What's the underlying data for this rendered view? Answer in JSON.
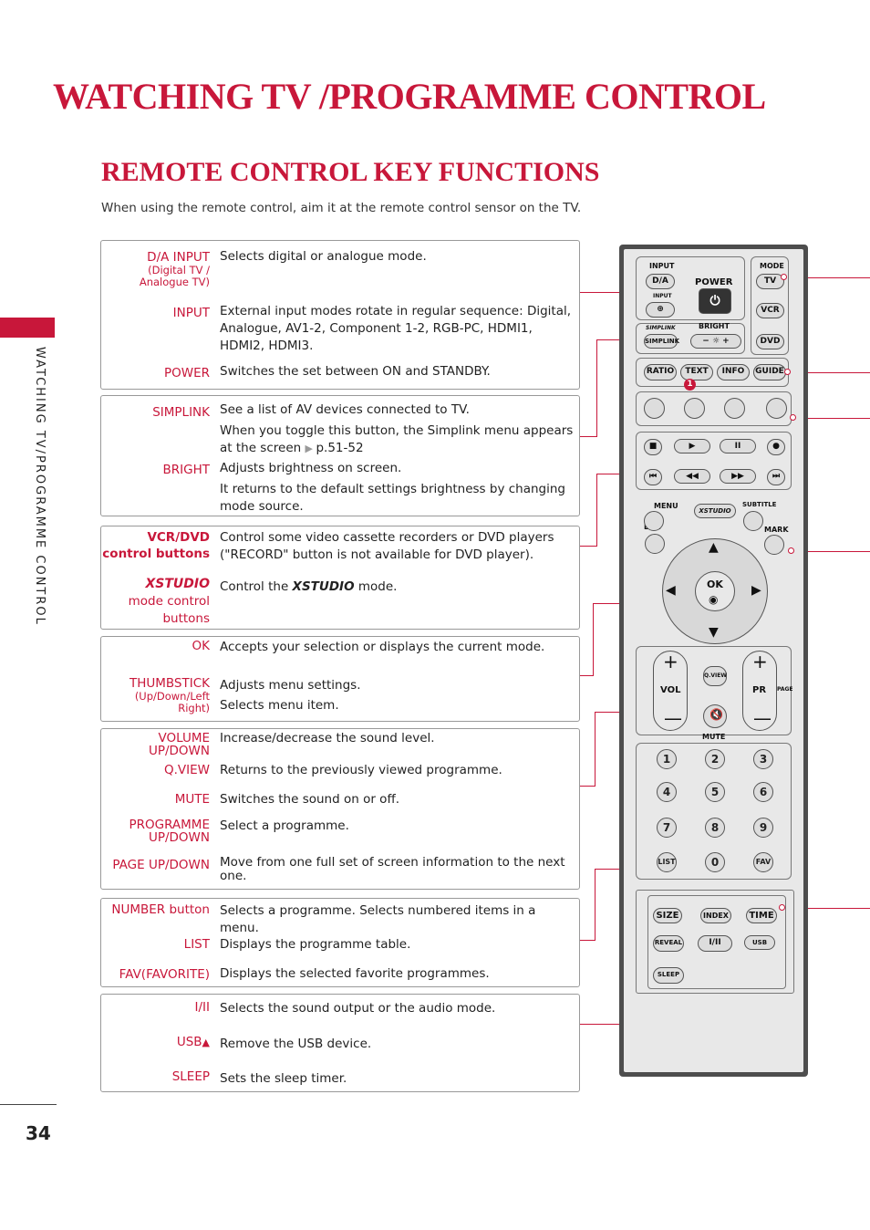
{
  "page": {
    "title": "WATCHING TV /PROGRAMME CONTROL",
    "subtitle": "REMOTE CONTROL KEY FUNCTIONS",
    "intro": "When using the remote control, aim it at the remote control sensor on the TV.",
    "side_tab": "WATCHING TV/PROGRAMME CONTROL",
    "page_number": "34"
  },
  "box1": {
    "da_key": "D/A INPUT",
    "da_sub": "(Digital TV /",
    "da_sub2": "Analogue TV)",
    "da_desc": "Selects digital or analogue mode.",
    "input_key": "INPUT",
    "input_desc": "External input modes rotate in regular sequence: Digital, Analogue, AV1-2, Component 1-2, RGB-PC, HDMI1, HDMI2, HDMI3.",
    "power_key": "POWER",
    "power_desc": "Switches the set between ON and STANDBY."
  },
  "box2": {
    "simplink_key": "SIMPLINK",
    "simplink_desc1": "See a list of AV devices connected to TV.",
    "simplink_desc2": "When you toggle this button, the Simplink menu appears at the screen",
    "simplink_ref": "p.51-52",
    "bright_key": "BRIGHT",
    "bright_desc1": "Adjusts brightness on screen.",
    "bright_desc2": "It returns to the default settings brightness by changing mode source."
  },
  "box3": {
    "vcr_key1": "VCR/DVD",
    "vcr_key2": "control buttons",
    "vcr_desc": "Control some video cassette recorders or DVD players (\"RECORD\" button is not available for DVD player).",
    "xstudio_logo": "XSTUDIO",
    "xstudio_key1": "mode control",
    "xstudio_key2": "buttons",
    "xstudio_desc_pre": "Control the",
    "xstudio_desc_post": "mode."
  },
  "box4": {
    "ok_key": "OK",
    "ok_desc": "Accepts your selection or displays the current mode.",
    "thumb_key": "THUMBSTICK",
    "thumb_sub": "(Up/Down/Left",
    "thumb_sub2": "Right)",
    "thumb_desc1": "Adjusts menu settings.",
    "thumb_desc2": "Selects menu item."
  },
  "box5": {
    "vol_key1": "VOLUME",
    "vol_key2": "UP/DOWN",
    "vol_desc": "Increase/decrease the sound level.",
    "qview_key": "Q.VIEW",
    "qview_desc": "Returns to the previously viewed programme.",
    "mute_key": "MUTE",
    "mute_desc": "Switches the sound on or off.",
    "prog_key1": "PROGRAMME",
    "prog_key2": "UP/DOWN",
    "prog_desc": "Select a programme.",
    "page_key": "PAGE UP/DOWN",
    "page_desc": "Move from one full set of screen information to the next one."
  },
  "box6": {
    "number_key": "NUMBER button",
    "number_desc": "Selects a programme. Selects numbered items in a menu.",
    "list_key": "LIST",
    "list_desc": "Displays the programme table.",
    "fav_key": "FAV(FAVORITE)",
    "fav_desc": "Displays the selected favorite programmes."
  },
  "box7": {
    "i_key": "I/II",
    "i_desc": "Selects the sound output or the audio mode.",
    "usb_key": "USB",
    "usb_desc": "Remove the USB device.",
    "sleep_key": "SLEEP",
    "sleep_desc": "Sets the sleep timer."
  },
  "remote": {
    "input_label": "INPUT",
    "da": "D/A",
    "input_small": "INPUT",
    "power": "POWER",
    "mode": "MODE",
    "tv": "TV",
    "vcr": "VCR",
    "dvd": "DVD",
    "simplink_logo": "SIMPLINK",
    "bright": "BRIGHT",
    "simplink": "SIMPLINK",
    "ratio": "RATIO",
    "text": "TEXT",
    "info": "INFO",
    "guide": "GUIDE",
    "marker": "1",
    "menu": "MENU",
    "xstudio": "XSTUDIO",
    "subtitle": "SUBTITLE",
    "exit": "EXIT",
    "mark": "MARK",
    "ok": "OK",
    "vol": "VOL",
    "qview": "Q.VIEW",
    "pr": "PR",
    "page": "PAGE",
    "mute": "MUTE",
    "nums": [
      "1",
      "2",
      "3",
      "4",
      "5",
      "6",
      "7",
      "8",
      "9"
    ],
    "list": "LIST",
    "zero": "0",
    "fav": "FAV",
    "size": "SIZE",
    "index": "INDEX",
    "time": "TIME",
    "reveal": "REVEAL",
    "i2": "I/II",
    "usb": "USB",
    "sleep": "SLEEP"
  },
  "colors": {
    "accent": "#c8173a",
    "remote_body": "#4d4d4d"
  }
}
